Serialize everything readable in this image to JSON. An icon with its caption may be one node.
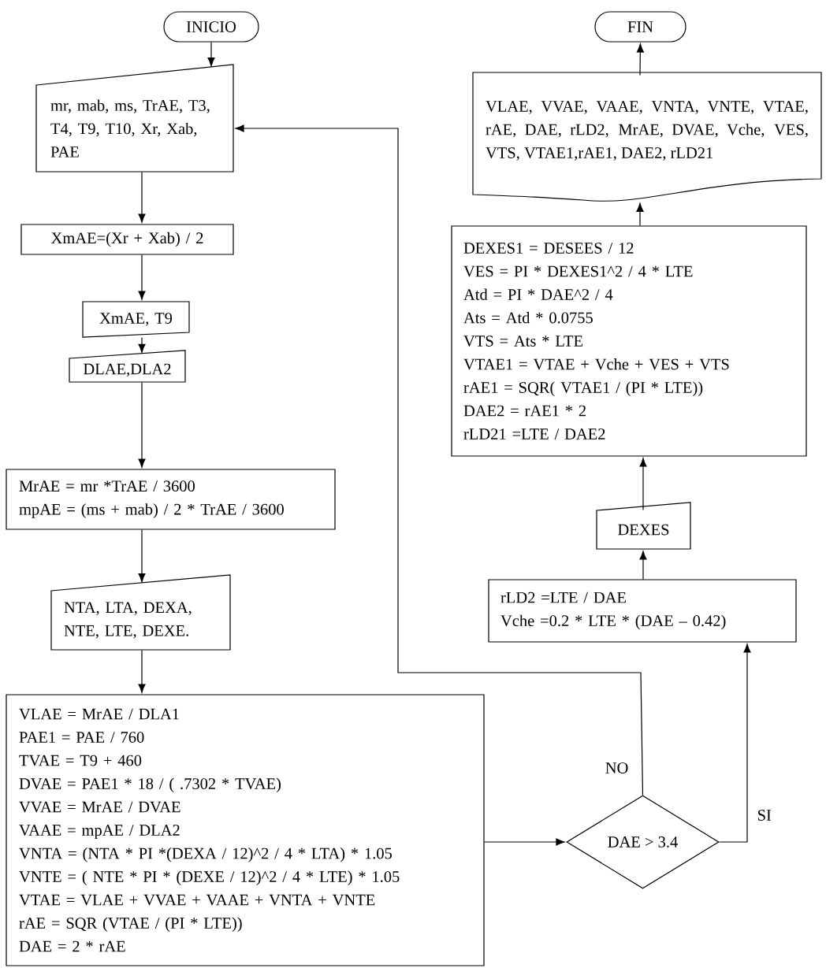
{
  "diagram": {
    "nodes": [
      {
        "text": [
          "INICIO"
        ]
      },
      {
        "text": [
          "mr, mab, ms, TrAE, T3, T4, T9, T10, Xr, Xab, PAE"
        ]
      },
      {
        "text": [
          "XmAE=(Xr + Xab) / 2"
        ]
      },
      {
        "text": [
          "XmAE, T9"
        ]
      },
      {
        "text": [
          "DLAE,DLA2"
        ]
      },
      {
        "text": [
          "MrAE = mr *TrAE / 3600",
          "mpAE = (ms + mab) / 2 * TrAE / 3600"
        ]
      },
      {
        "text": [
          "NTA, LTA, DEXA, NTE, LTE, DEXE."
        ]
      },
      {
        "text": [
          "VLAE = MrAE / DLA1",
          "PAE1 = PAE / 760",
          "TVAE = T9 + 460",
          "DVAE = PAE1 * 18 / ( .7302 * TVAE)",
          "VVAE = MrAE / DVAE",
          "VAAE = mpAE / DLA2",
          "VNTA = (NTA * PI *(DEXA / 12)^2 / 4 * LTA) * 1.05",
          "VNTE = ( NTE * PI * (DEXE / 12)^2 / 4 * LTE) * 1.05",
          "VTAE = VLAE + VVAE + VAAE + VNTA + VNTE",
          "rAE = SQR (VTAE / (PI * LTE))",
          "DAE = 2 * rAE"
        ]
      },
      {
        "text": [
          "DAE > 3.4"
        ]
      },
      {
        "text": [
          "rLD2 =LTE / DAE",
          "Vche =0.2 * LTE * (DAE – 0.42)"
        ]
      },
      {
        "text": [
          "DEXES"
        ]
      },
      {
        "text": [
          "DEXES1 = DESEES / 12",
          "VES = PI * DEXES1^2 / 4 * LTE",
          "Atd = PI * DAE^2  / 4",
          "Ats = Atd * 0.0755",
          "VTS = Ats * LTE",
          "VTAE1 = VTAE + Vche + VES + VTS",
          "rAE1 = SQR( VTAE1 / (PI * LTE))",
          "DAE2 = rAE1 * 2",
          "rLD21 =LTE / DAE2"
        ]
      },
      {
        "text": [
          "VLAE, VVAE, VAAE, VNTA, VNTE, VTAE, rAE, DAE, rLD2, MrAE, DVAE, Vche, VES, VTS, VTAE1,rAE1, DAE2, rLD21"
        ]
      },
      {
        "text": [
          "FIN"
        ]
      }
    ],
    "edges": [
      {
        "from": 0,
        "to": 1,
        "arrow": "to"
      },
      {
        "from": 1,
        "to": 2,
        "arrow": "to"
      },
      {
        "from": 2,
        "to": 3,
        "arrow": "to"
      },
      {
        "from": 3,
        "to": 4,
        "arrow": "to"
      },
      {
        "from": 4,
        "to": 5,
        "arrow": "to"
      },
      {
        "from": 5,
        "to": 6,
        "arrow": "to"
      },
      {
        "from": 6,
        "to": 7,
        "arrow": "to"
      },
      {
        "from": 7,
        "to": 8,
        "arrow": "to"
      },
      {
        "from": 8,
        "to": 1,
        "arrow": "to",
        "label": "NO"
      },
      {
        "from": 8,
        "to": 9,
        "arrow": "to",
        "label": "SI"
      },
      {
        "from": 9,
        "to": 10,
        "arrow": "to"
      },
      {
        "from": 10,
        "to": 11,
        "arrow": "to"
      },
      {
        "from": 11,
        "to": 12,
        "arrow": "to"
      },
      {
        "from": 12,
        "to": 13,
        "arrow": "to"
      }
    ]
  }
}
